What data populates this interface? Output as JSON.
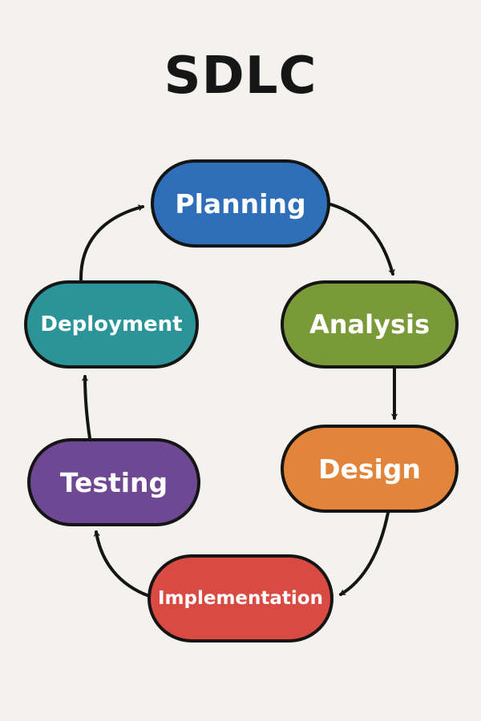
{
  "title": "SDLC",
  "stages": [
    {
      "label": "Planning",
      "color": "#2f6fba"
    },
    {
      "label": "Analysis",
      "color": "#7a9a3a"
    },
    {
      "label": "Design",
      "color": "#e2843a"
    },
    {
      "label": "Implementation",
      "color": "#d94a42"
    },
    {
      "label": "Testing",
      "color": "#6e4892"
    },
    {
      "label": "Deployment",
      "color": "#2b9499"
    }
  ],
  "flow": [
    {
      "from": "Planning",
      "to": "Analysis"
    },
    {
      "from": "Analysis",
      "to": "Design"
    },
    {
      "from": "Design",
      "to": "Implementation"
    },
    {
      "from": "Implementation",
      "to": "Testing"
    },
    {
      "from": "Testing",
      "to": "Deployment"
    },
    {
      "from": "Deployment",
      "to": "Planning"
    }
  ],
  "colors": {
    "background": "#f4f2ee",
    "outline": "#151515",
    "title": "#161616",
    "label": "#ffffff"
  }
}
